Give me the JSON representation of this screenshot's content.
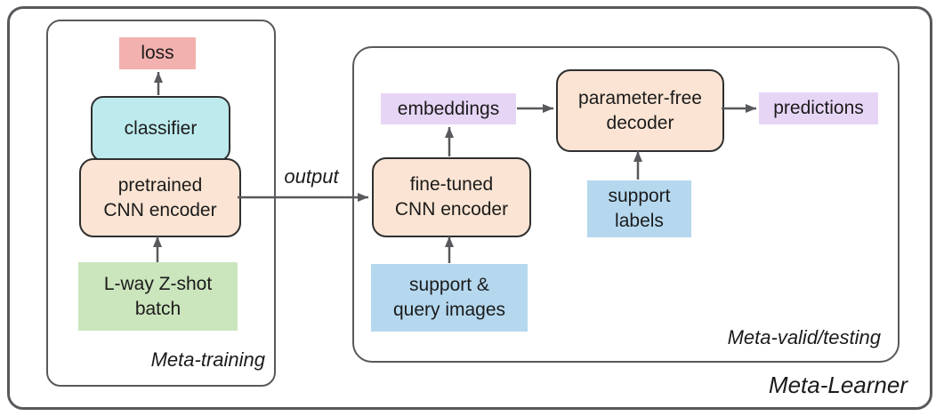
{
  "frame": {
    "title": "Meta-Learner"
  },
  "regions": {
    "meta_training": {
      "label": "Meta-training"
    },
    "meta_valid": {
      "label": "Meta-valid/testing"
    }
  },
  "nodes": {
    "loss": {
      "label": "loss",
      "color": "#f2b1ae"
    },
    "classifier": {
      "label": "classifier",
      "color": "#bdeaed"
    },
    "pretrained_encoder": {
      "label": "pretrained\nCNN encoder",
      "color": "#fbe4d3"
    },
    "lway_batch": {
      "label": "L-way Z-shot\nbatch",
      "color": "#cbe5bd"
    },
    "fine_tuned_encoder": {
      "label": "fine-tuned\nCNN encoder",
      "color": "#fbe4d3"
    },
    "embeddings": {
      "label": "embeddings",
      "color": "#e7d5f6"
    },
    "decoder": {
      "label": "parameter-free\ndecoder",
      "color": "#fbe4d3"
    },
    "predictions": {
      "label": "predictions",
      "color": "#e7d5f6"
    },
    "support_labels": {
      "label": "support\nlabels",
      "color": "#b5d8ef"
    },
    "support_query_images": {
      "label": "support &\nquery images",
      "color": "#b5d8ef"
    }
  },
  "edges": {
    "output_label": "output"
  },
  "colors": {
    "frame_border": "#58595c",
    "arrow": "#58595c",
    "node_border": "#2f2f2f",
    "text": "#1b1b1b",
    "background": "#ffffff"
  }
}
